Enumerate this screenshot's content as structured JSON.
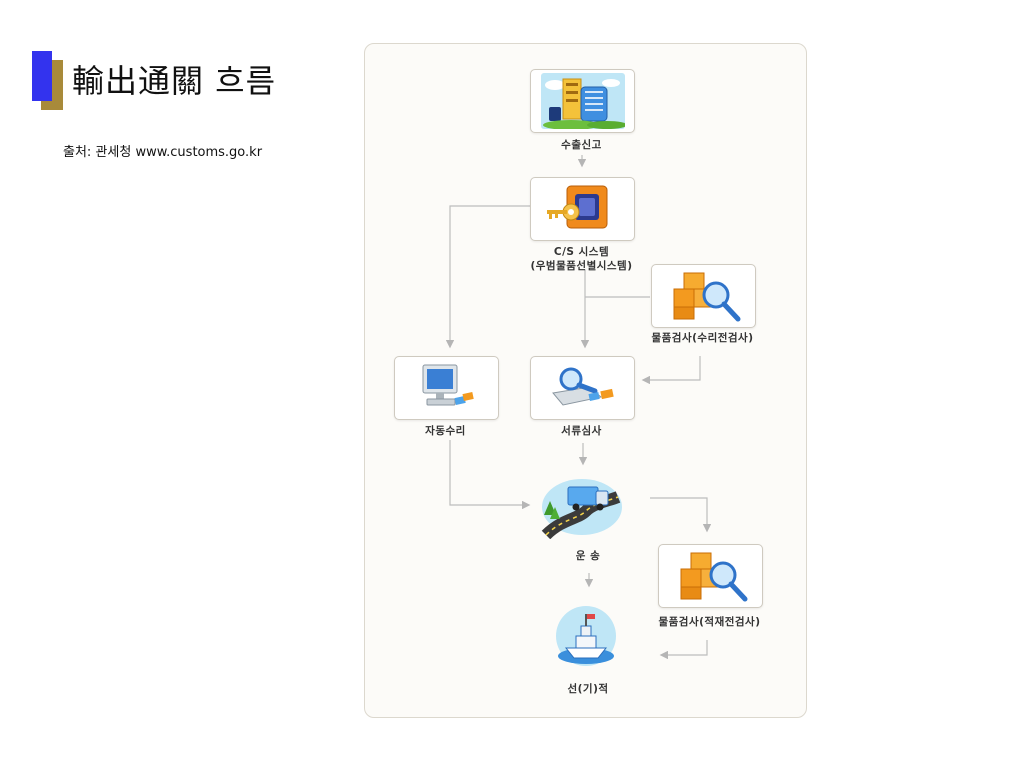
{
  "header": {
    "title": "輸出通關 흐름",
    "source": "출처:  관세청 www.customs.go.kr"
  },
  "flow": {
    "nodes": {
      "export_declaration": {
        "label": "수출신고",
        "icon": "office-building-icon"
      },
      "cs_system": {
        "label_line1": "C/S 시스템",
        "label_line2": "(우범물품선별시스템)",
        "icon": "key-safe-icon"
      },
      "inspection_before_acceptance": {
        "label": "물품검사(수리전검사)",
        "icon": "boxes-magnifier-icon"
      },
      "automatic_acceptance": {
        "label": "자동수리",
        "icon": "computer-icon"
      },
      "document_review": {
        "label": "서류심사",
        "icon": "magnifier-laptop-icon"
      },
      "transport": {
        "label": "운  송",
        "icon": "truck-icon"
      },
      "inspection_before_loading": {
        "label": "물품검사(적재전검사)",
        "icon": "boxes-magnifier-icon"
      },
      "loading": {
        "label": "선(기)적",
        "icon": "ship-icon"
      }
    },
    "colors": {
      "connector": "#bdbdbd",
      "box_border": "#cfcac0",
      "panel_border": "#dcd8ce"
    }
  }
}
